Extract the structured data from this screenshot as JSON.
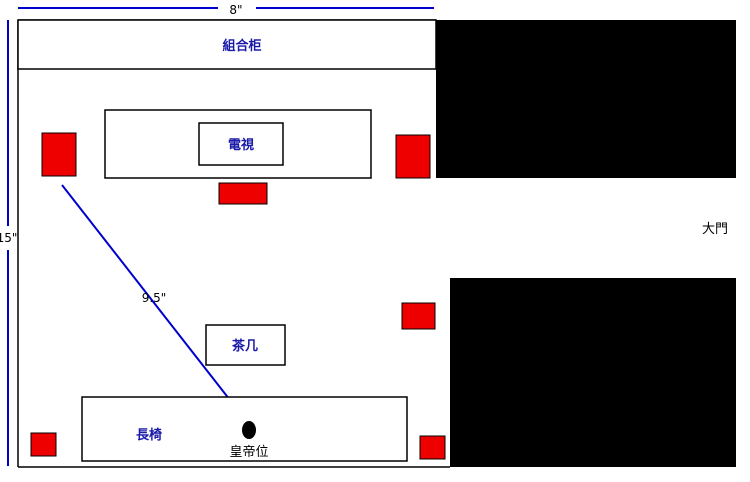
{
  "dimensions": {
    "width_label": "8\"",
    "height_label": "15\"",
    "diagonal_label": "9.5\""
  },
  "rooms": {
    "cabinet_label": "組合柜",
    "tv_label": "電視",
    "coffee_table_label": "茶几",
    "sofa_label": "長椅",
    "emperor_seat_label": "皇帝位",
    "main_door_label": "大門"
  },
  "colors": {
    "dimension_line": "#0000cc",
    "label_text": "#1a1aa8",
    "speaker": "#ee0000",
    "blocked_area": "#000000",
    "outline": "#000000"
  }
}
